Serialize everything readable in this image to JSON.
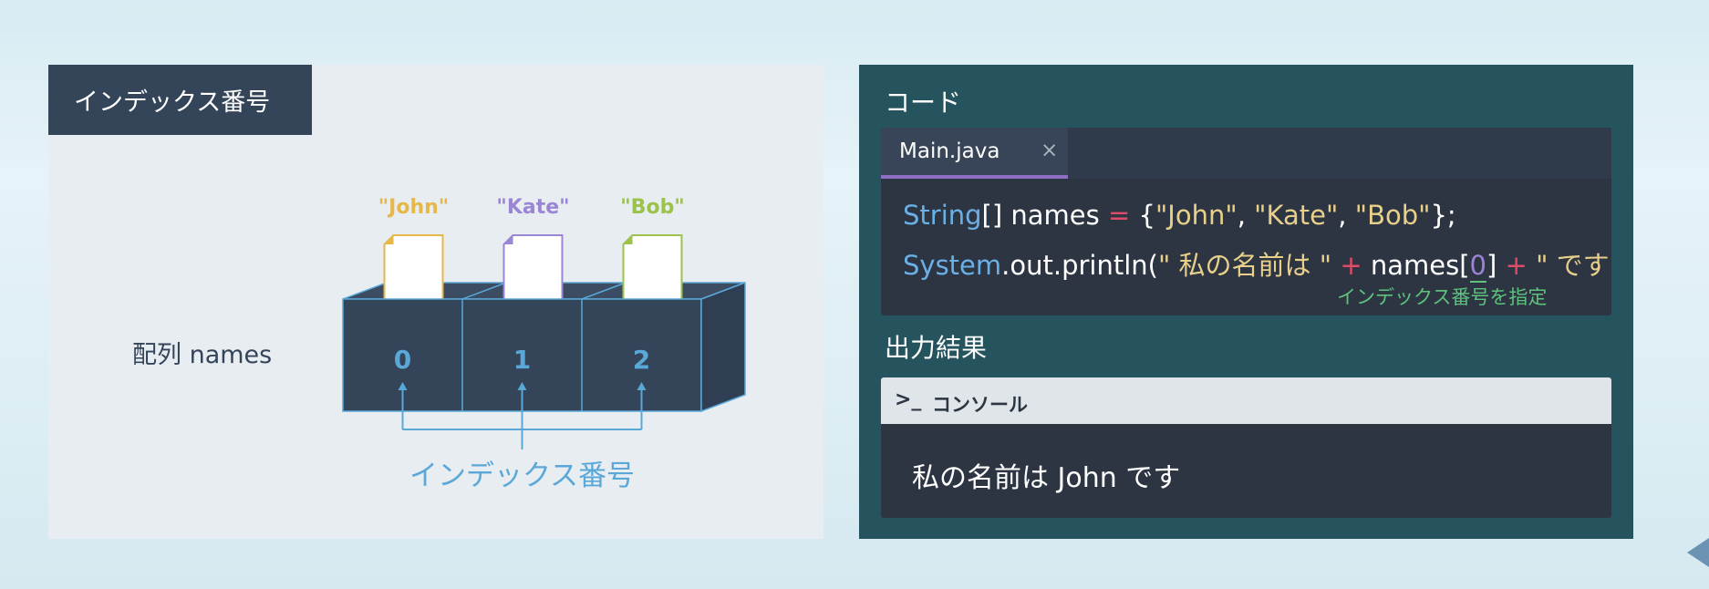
{
  "left_panel": {
    "title": "インデックス番号",
    "array_label": "配列 names",
    "elements": [
      {
        "value": "\"John\"",
        "index": "0",
        "color": "#e6b84a"
      },
      {
        "value": "\"Kate\"",
        "index": "1",
        "color": "#9b86d6"
      },
      {
        "value": "\"Bob\"",
        "index": "2",
        "color": "#9bc24a"
      }
    ],
    "index_caption": "インデックス番号",
    "colors": {
      "box": "#344459",
      "outline": "#5aa8d8",
      "index_text": "#5aa8d8"
    }
  },
  "right_panel": {
    "code_label": "コード",
    "tab_label": "Main.java",
    "tab_close": "×",
    "code": {
      "line1": {
        "type": "String",
        "t1": "[] names ",
        "eq": "=",
        "t2": " {",
        "s1": "\"John\"",
        "c1": ", ",
        "s2": "\"Kate\"",
        "c2": ", ",
        "s3": "\"Bob\"",
        "end": "};"
      },
      "line2": {
        "type": "System",
        "t1": ".out.println(",
        "s1": "\" 私の名前は \"",
        "sp1": " ",
        "plus1": "+",
        "t2": " names[",
        "idx": "0",
        "t3": "] ",
        "plus2": "+",
        "sp2": " ",
        "s2": "\" です \"",
        "end": ");"
      },
      "note": "インデックス番号を指定"
    },
    "output_label": "出力結果",
    "console_icon": ">_",
    "console_title": "コンソール",
    "console_output": "私の名前は John です"
  }
}
